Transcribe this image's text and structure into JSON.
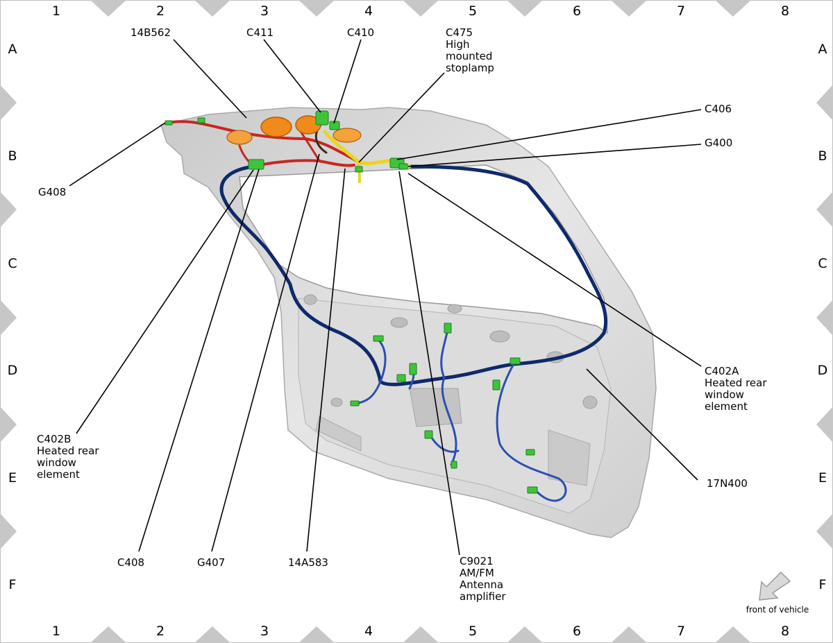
{
  "grid": {
    "columns": [
      "1",
      "2",
      "3",
      "4",
      "5",
      "6",
      "7",
      "8"
    ],
    "rows": [
      "A",
      "B",
      "C",
      "D",
      "E",
      "F"
    ]
  },
  "callouts": {
    "c14b562": [
      "14B562"
    ],
    "c411": [
      "C411"
    ],
    "c410": [
      "C410"
    ],
    "c475": [
      "C475",
      "High",
      "mounted",
      "stoplamp"
    ],
    "c406": [
      "C406"
    ],
    "g400": [
      "G400"
    ],
    "g408": [
      "G408"
    ],
    "c402b": [
      "C402B",
      "Heated rear",
      "window",
      "element"
    ],
    "c402a": [
      "C402A",
      "Heated rear",
      "window",
      "element"
    ],
    "c17n400": [
      "17N400"
    ],
    "c408": [
      "C408"
    ],
    "g407": [
      "G407"
    ],
    "c14a583": [
      "14A583"
    ],
    "c9021": [
      "C9021",
      "AM/FM",
      "Antenna",
      "amplifier"
    ]
  },
  "orientation_note": "front of vehicle",
  "colors": {
    "harness_blue": "#1f3f9a",
    "harness_red": "#c8261f",
    "harness_yellow": "#e9d61d",
    "connector_green": "#3ec43c",
    "lamp_orange": "#f08a1a",
    "panel_gray": "#d6d6d6",
    "grid_marker_gray": "#c7c7c7"
  }
}
